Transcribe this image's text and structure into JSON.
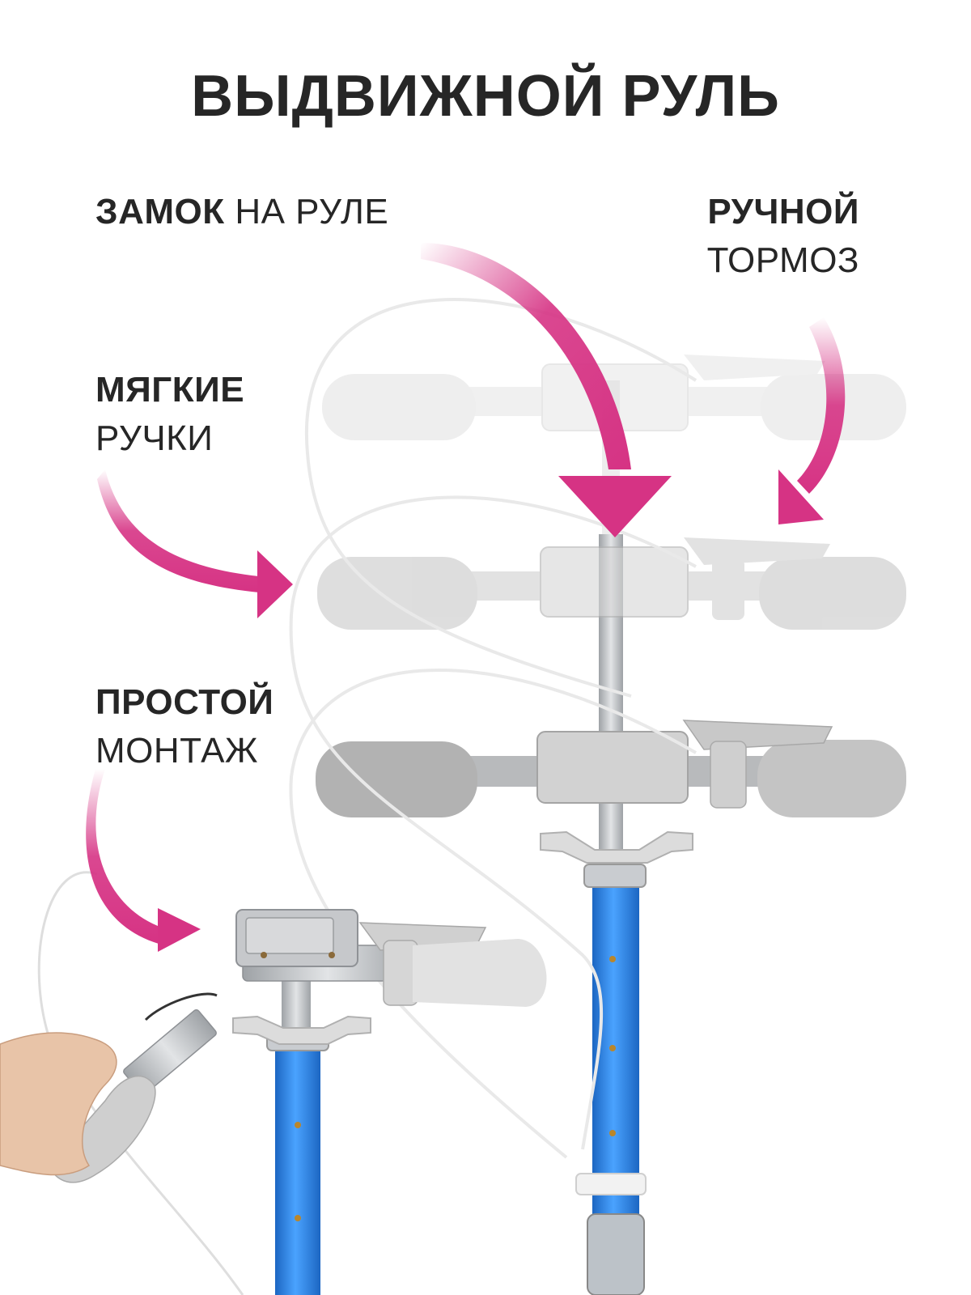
{
  "title": "ВЫДВИЖНОЙ РУЛЬ",
  "colors": {
    "accent": "#d63384",
    "text": "#262626",
    "stem_blue": "#2f8ae6",
    "grip_grey": "#c8c8c8"
  },
  "callouts": {
    "lock": {
      "bold": "ЗАМОК",
      "light": "НА РУЛЕ"
    },
    "brake": {
      "bold": "РУЧНОЙ",
      "light": "ТОРМОЗ"
    },
    "grips": {
      "bold": "МЯГКИЕ",
      "light": "РУЧКИ"
    },
    "mount": {
      "bold": "ПРОСТОЙ",
      "light": "МОНТАЖ"
    }
  }
}
